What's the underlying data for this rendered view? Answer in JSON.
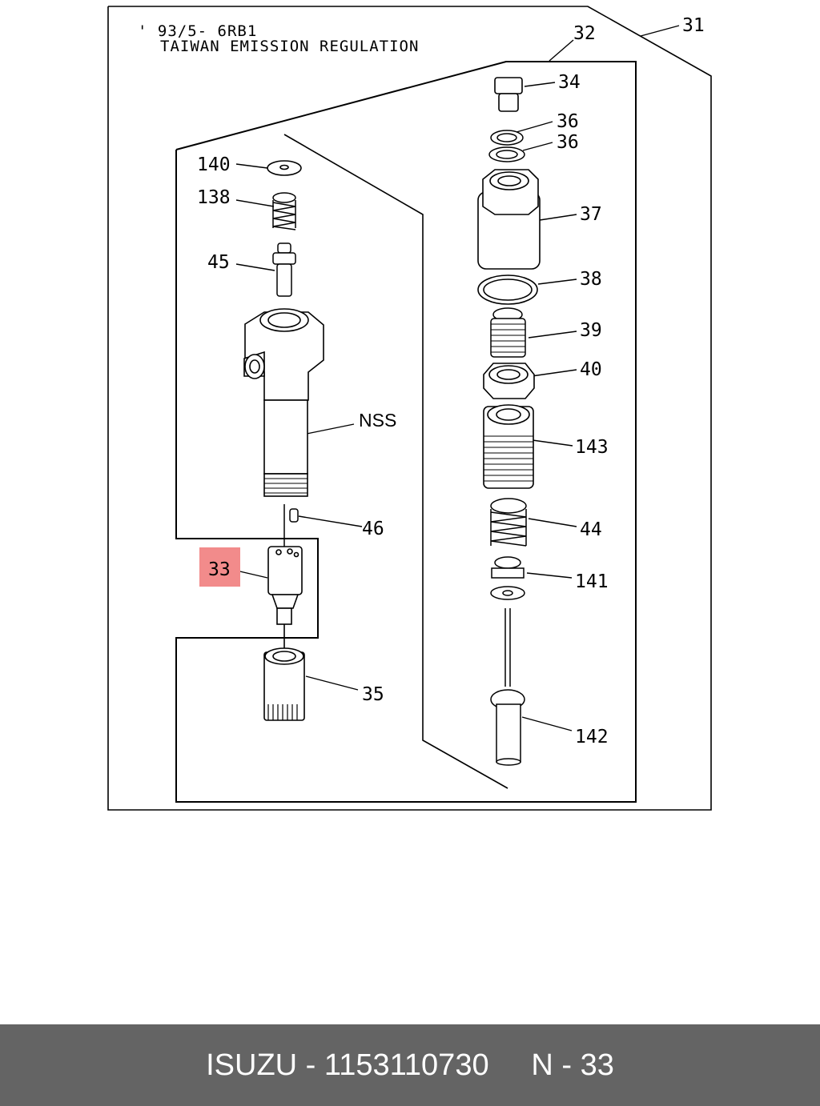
{
  "header": {
    "line1": "' 93/5- 6RB1",
    "line2": "TAIWAN EMISSION REGULATION"
  },
  "labels": {
    "p31": "31",
    "p32": "32",
    "p34": "34",
    "p36a": "36",
    "p36b": "36",
    "p37": "37",
    "p38": "38",
    "p39": "39",
    "p40": "40",
    "p143": "143",
    "p44": "44",
    "p141": "141",
    "p142": "142",
    "p140": "140",
    "p138": "138",
    "p45": "45",
    "nss": "NSS",
    "p46": "46",
    "p33": "33",
    "p35": "35"
  },
  "highlight": {
    "part": "33",
    "color": "#f28b8b"
  },
  "footer": {
    "brand": "ISUZU",
    "sep": " - ",
    "part_number": "1153110730",
    "ref": "N - 33"
  }
}
